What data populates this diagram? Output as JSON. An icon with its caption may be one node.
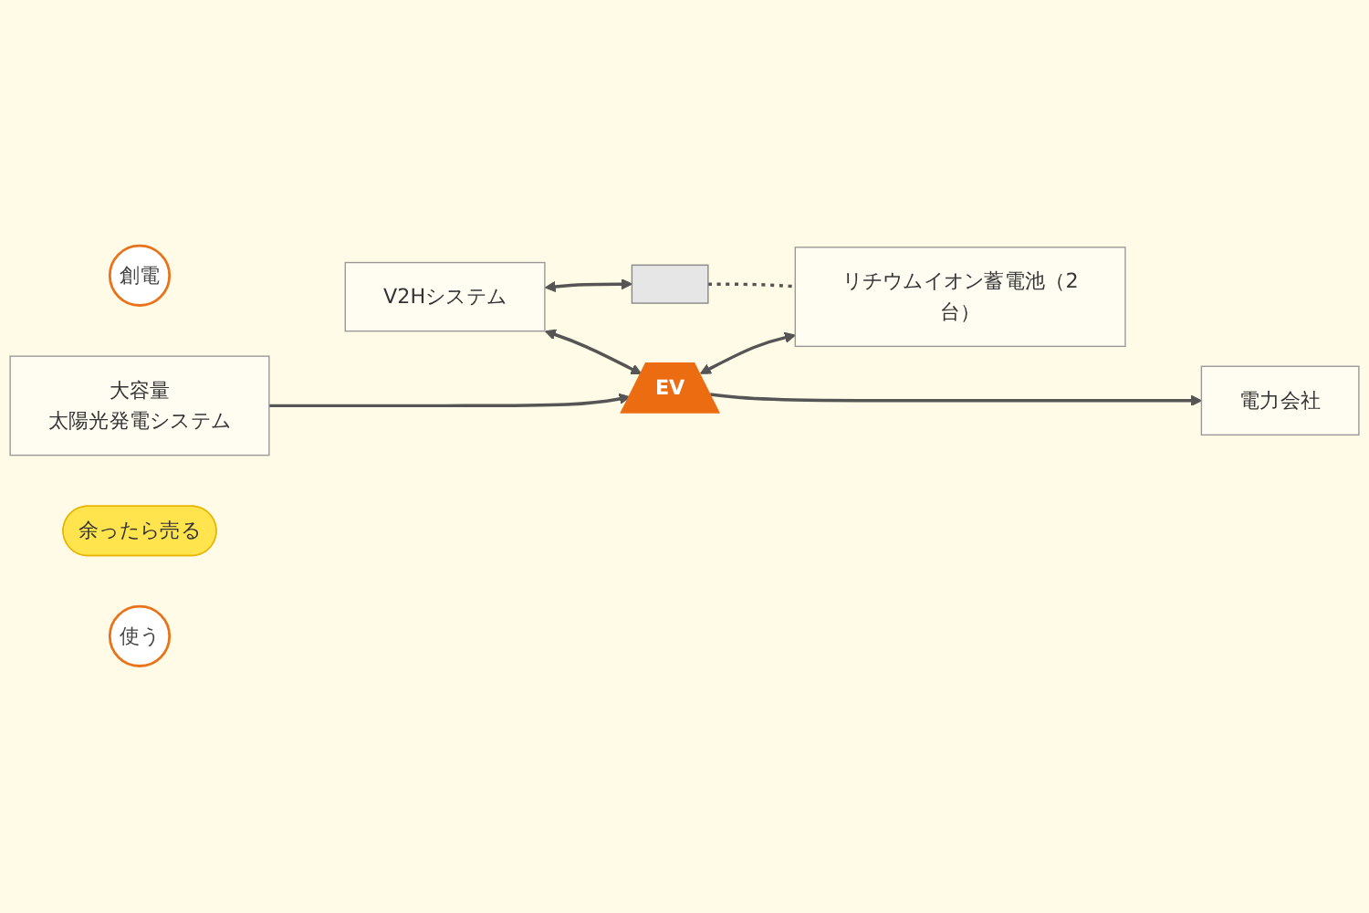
{
  "diagram": {
    "nodes": [
      {
        "text": [
          "創電"
        ]
      },
      {
        "text": [
          "大容量",
          "太陽光発電システム"
        ]
      },
      {
        "text": [
          "EV"
        ]
      },
      {
        "text": [
          "電力会社"
        ]
      },
      {
        "text": [
          "余ったら売る"
        ]
      },
      {
        "text": [
          "V2Hシステム"
        ]
      },
      {
        "text": [
          "使う"
        ]
      },
      {
        "text": [
          "リチウムイオン蓄電池（2台）"
        ]
      },
      {
        "text": [],
        "shape": "box"
      }
    ],
    "edges": [
      {
        "from": 1,
        "to": 2,
        "arrow": "to"
      },
      {
        "from": 2,
        "to": 3,
        "arrow": "to"
      },
      {
        "from": 5,
        "to": 2,
        "arrow": "both"
      },
      {
        "from": 2,
        "to": 7,
        "arrow": "both"
      },
      {
        "from": 5,
        "to": 8,
        "arrow": "both"
      },
      {
        "from": 8,
        "to": 7,
        "arrow": "none",
        "style": "dashed"
      }
    ]
  }
}
